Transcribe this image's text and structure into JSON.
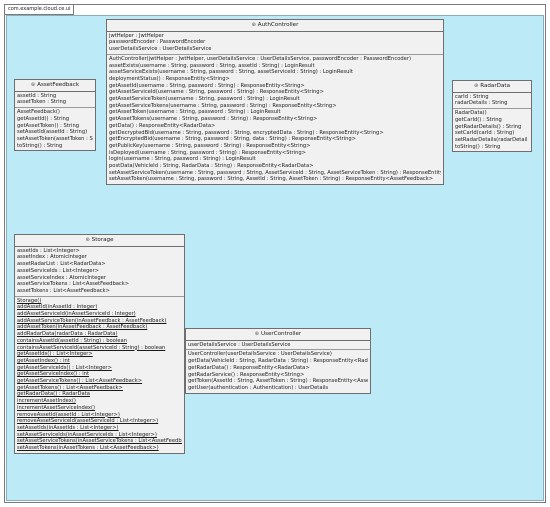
{
  "package": {
    "name": "com.example.cloud.ce.ui"
  },
  "classes": {
    "auth": {
      "name": "AuthController",
      "icon": "class-icon",
      "fields": [
        "jwtHelper : JwtHelper",
        "passwordEncoder : PasswordEncoder",
        "userDetailsService : UserDetailsService"
      ],
      "methods": [
        "AuthController(jwtHelper : JwtHelper, userDetailsService : UserDetailsService, passwordEncoder : PasswordEncoder)",
        "assetExists(username : String, password : String, assetId : String) : LoginResult",
        "assetServiceExists(username : String, password : String, assetServiceId : String) : LoginResult",
        "deploymentStatus() : ResponseEntity<String>",
        "getAssetId(username : String, password : String) : ResponseEntity<String>",
        "getAssetServiceId(username : String, password : String) : ResponseEntity<String>",
        "getAssetServiceToken(username : String, password : String) : LoginResult",
        "getAssetServiceTokens(username : String, password : String) : ResponseEntity<String>",
        "getAssetToken(username : String, password : String) : LoginResult",
        "getAssetTokens(username : String, password : String) : ResponseEntity<String>",
        "getData() : ResponseEntity<RadarData>",
        "getDecryptedBid(username : String, password : String, encryptedData : String) : ResponseEntity<String>",
        "getEncryptedBid(username : String, password : String, data : String) : ResponseEntity<String>",
        "getPublicKey(username : String, password : String) : ResponseEntity<String>",
        "isDeployed(username : String, password : String) : ResponseEntity<String>",
        "login(username : String, password : String) : LoginResult",
        "postData(VehicleId : String, RadarData : String) : ResponseEntity<RadarData>",
        "setAssetServiceToken(username : String, password : String, AssetServiceId : String, AssetServiceToken : String) : ResponseEntity<AssetFeedback>",
        "setAssetToken(username : String, password : String, AssetId : String, AssetToken : String) : ResponseEntity<AssetFeedback>"
      ]
    },
    "feedback": {
      "name": "AssetFeedback",
      "icon": "class-icon",
      "fields": [
        "assetId : String",
        "assetToken : String"
      ],
      "methods": [
        "AssetFeedback()",
        "getAssetId() : String",
        "getAssetToken() : String",
        "setAssetId(assetId : String)",
        "setAssetToken(assetToken : String)",
        "toString() : String"
      ]
    },
    "radar": {
      "name": "RadarData",
      "icon": "class-icon",
      "fields": [
        "carId : String",
        "radarDetails : String"
      ],
      "methods": [
        "RadarData()",
        "getCarId() : String",
        "getRadarDetails() : String",
        "setCarId(carId : String)",
        "setRadarDetails(radarDetail : String)",
        "toString() : String"
      ]
    },
    "storage": {
      "name": "Storage",
      "icon": "class-icon",
      "fields": [
        "assetIds : List<Integer>",
        "assetIndex : AtomicInteger",
        "assetRadarList : List<RadarData>",
        "assetServiceIds : List<Integer>",
        "assetServiceIndex : AtomicInteger",
        "assetServiceTokens : List<AssetFeedback>",
        "assetTokens : List<AssetFeedback>"
      ],
      "methods": [
        "Storage()",
        "addAssetId(inAssetId : Integer)",
        "addAssetServiceId(inAssetServiceId : Integer)",
        "addAssetServiceToken(inAssetFeedback : AssetFeedback)",
        "addAssetToken(inAssetFeedback : AssetFeedback)",
        "addRadarData(radarData : RadarData)",
        "containsAssetId(assetId : String) : boolean",
        "containsAssetServiceId(assetServiceId : String) : boolean",
        "getAssetIds() : List<Integer>",
        "getAssetIndex() : int",
        "getAssetServiceIds() : List<Integer>",
        "getAssetServiceIndex() : int",
        "getAssetServiceTokens() : List<AssetFeedback>",
        "getAssetTokens() : List<AssetFeedback>",
        "getRadarData() : RadarData",
        "incrementAssetIndex()",
        "incrementAssetServiceIndex()",
        "removeAssetId(assetId : List<Integer>)",
        "removeAssetServiceId(assetServiceId : List<Integer>)",
        "setAssetIds(inAssetIds : List<Integer>)",
        "setAssetServiceIds(inAssetServiceIds : List<Integer>)",
        "setAssetServiceTokens(inAssetServiceTokens : List<AssetFeedback>)",
        "setAssetTokens(inAssetTokens : List<AssetFeedback>)"
      ]
    },
    "user": {
      "name": "UserController",
      "icon": "class-icon",
      "fields": [
        "userDetailsService : UserDetailsService"
      ],
      "methods": [
        "UserController(userDetailsService : UserDetailsService)",
        "getData(VehicleId : String, RadarData : String) : ResponseEntity<RadarData>",
        "getRadarData() : ResponseEntity<RadarData>",
        "getRadarService() : ResponseEntity<String>",
        "getToken(AssetId : String, AssetToken : String) : ResponseEntity<AssetFeedback>",
        "getUser(authentication : Authentication) : UserDetails"
      ]
    }
  }
}
